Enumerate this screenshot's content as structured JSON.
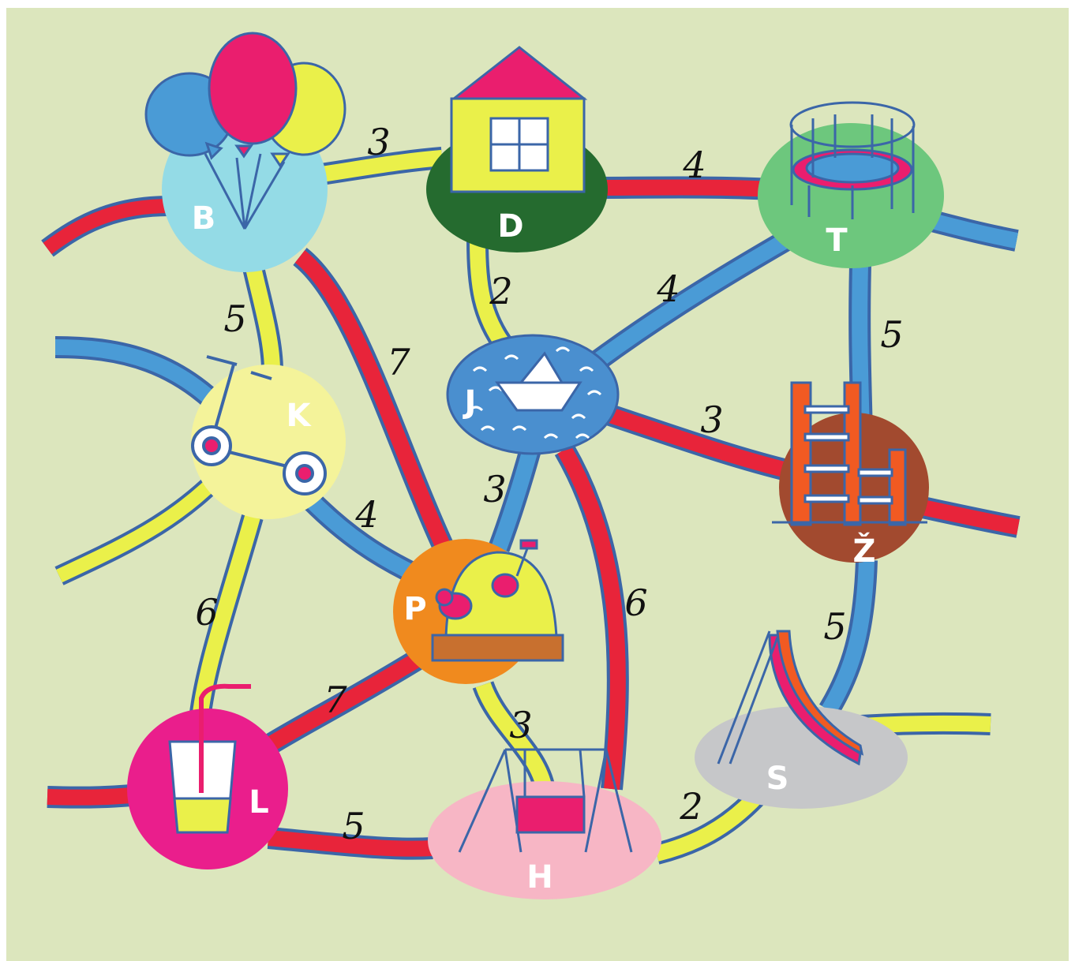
{
  "colors": {
    "background": "#dce6bd",
    "road_outline": "#3b66a8",
    "red_road": "#e8243a",
    "yellow_road": "#eaf04a",
    "blue_road": "#4a9bd6"
  },
  "nodes": {
    "B": {
      "letter": "B",
      "icon": "balloons-icon",
      "color": "#94dbe6"
    },
    "D": {
      "letter": "D",
      "icon": "house-icon",
      "color": "#256b2f"
    },
    "T": {
      "letter": "T",
      "icon": "trampoline-icon",
      "color": "#6dc77d"
    },
    "J": {
      "letter": "J",
      "icon": "paper-boat-icon",
      "color": "#4a8fcf"
    },
    "K": {
      "letter": "K",
      "icon": "scooter-icon",
      "color": "#f4f39a"
    },
    "Z": {
      "letter": "Ž",
      "icon": "climbing-frame-icon",
      "color": "#a24a2f"
    },
    "P": {
      "letter": "P",
      "icon": "sandbox-icon",
      "color": "#f08a1e"
    },
    "L": {
      "letter": "L",
      "icon": "lemonade-icon",
      "color": "#ea1e8c"
    },
    "S": {
      "letter": "S",
      "icon": "slide-icon",
      "color": "#c6c7c9"
    },
    "H": {
      "letter": "H",
      "icon": "swing-icon",
      "color": "#f7b6c5"
    }
  },
  "edges": [
    {
      "from": "B",
      "to": "D",
      "weight": "3",
      "road": "yellow"
    },
    {
      "from": "D",
      "to": "T",
      "weight": "4",
      "road": "red"
    },
    {
      "from": "B",
      "to": "K",
      "weight": "5",
      "road": "yellow"
    },
    {
      "from": "B",
      "to": "P",
      "weight": "7",
      "road": "red"
    },
    {
      "from": "D",
      "to": "J",
      "weight": "2",
      "road": "yellow"
    },
    {
      "from": "J",
      "to": "T",
      "weight": "4",
      "road": "blue"
    },
    {
      "from": "T",
      "to": "Z",
      "weight": "5",
      "road": "blue"
    },
    {
      "from": "J",
      "to": "Z",
      "weight": "3",
      "road": "red"
    },
    {
      "from": "K",
      "to": "P",
      "weight": "4",
      "road": "blue"
    },
    {
      "from": "J",
      "to": "P",
      "weight": "3",
      "road": "blue"
    },
    {
      "from": "J",
      "to": "H",
      "weight": "6",
      "road": "red"
    },
    {
      "from": "Z",
      "to": "S",
      "weight": "5",
      "road": "blue"
    },
    {
      "from": "K",
      "to": "L",
      "weight": "6",
      "road": "yellow"
    },
    {
      "from": "P",
      "to": "L",
      "weight": "7",
      "road": "red"
    },
    {
      "from": "P",
      "to": "H",
      "weight": "3",
      "road": "yellow"
    },
    {
      "from": "L",
      "to": "H",
      "weight": "5",
      "road": "red"
    },
    {
      "from": "H",
      "to": "S",
      "weight": "2",
      "road": "yellow"
    }
  ]
}
